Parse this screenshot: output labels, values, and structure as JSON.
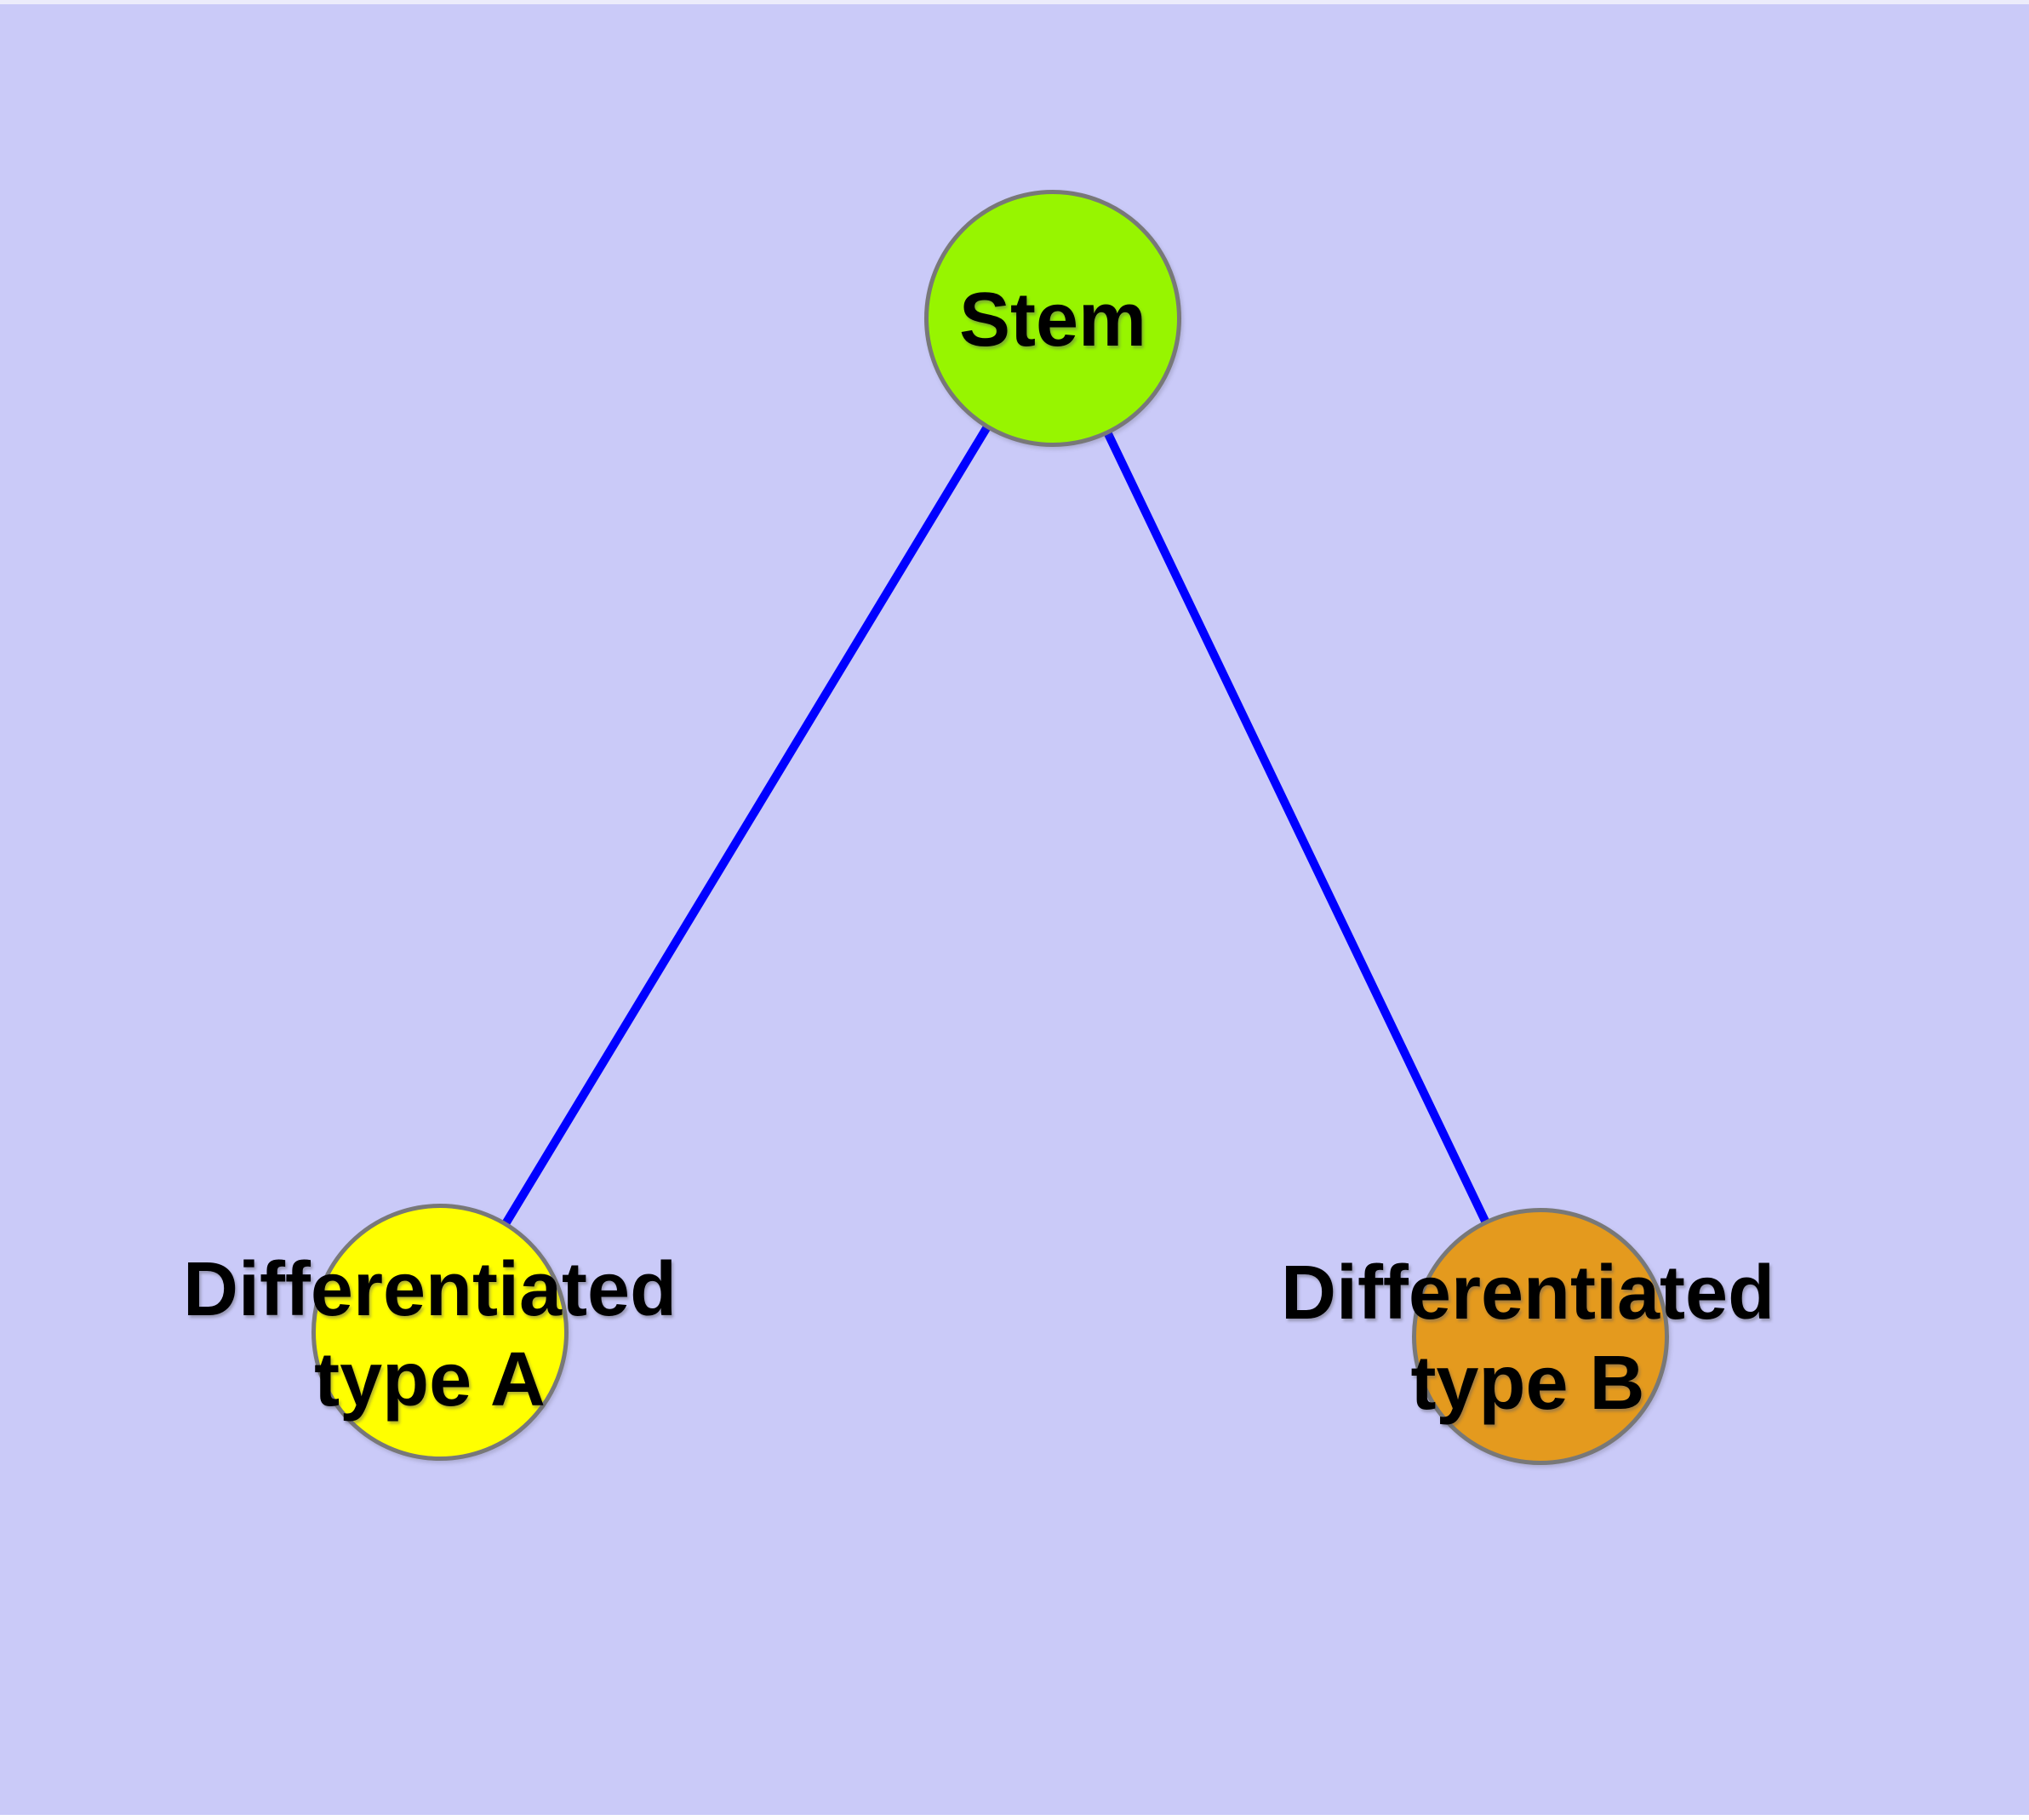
{
  "diagram": {
    "background_color": "#CACAF8",
    "edge_color": "#0000FF",
    "node_border_color": "#787878",
    "label_color": "#000000",
    "nodes": {
      "stem": {
        "id": "stem",
        "label": "Stem",
        "fill": "#97F500"
      },
      "typeA": {
        "id": "type-a",
        "label_line1": "Differentiated",
        "label_line2": "type A",
        "fill": "#FFFF00"
      },
      "typeB": {
        "id": "type-b",
        "label_line1": "Differentiated",
        "label_line2": "type B",
        "fill": "#E49A1E"
      }
    },
    "edges": [
      {
        "from": "stem",
        "to": "type-a"
      },
      {
        "from": "stem",
        "to": "type-b"
      }
    ]
  }
}
